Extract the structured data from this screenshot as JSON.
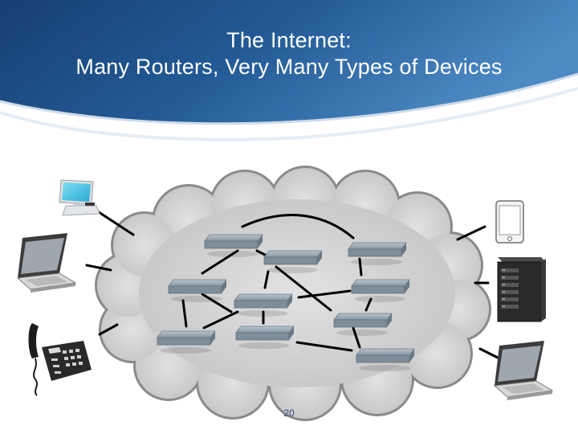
{
  "slide": {
    "title_line1": "The Internet:",
    "title_line2": "Many Routers, Very Many Types of Devices",
    "page_number": "20"
  },
  "diagram": {
    "cloud": "internet-cloud",
    "router_count": 10,
    "devices_left": [
      "desktop-computer-icon",
      "laptop-icon",
      "desk-phone-icon"
    ],
    "devices_right": [
      "tablet-icon",
      "server-rack-icon",
      "laptop-icon"
    ]
  },
  "colors": {
    "header_dark": "#1c4f87",
    "header_light": "#4f8fc7",
    "cloud_fill": "#d4d4d4",
    "cloud_border": "#8a8a8a",
    "router_top": "#a9b6c0",
    "router_front": "#7e8e9a",
    "link": "#000000",
    "page_number": "#3a4a80"
  }
}
